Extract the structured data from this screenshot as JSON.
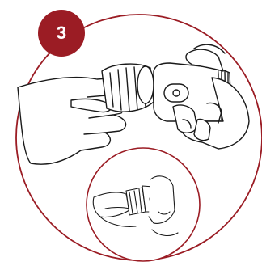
{
  "step": {
    "number": "3"
  },
  "colors": {
    "accent": "#9b1c24",
    "line": "#1a1a1a"
  },
  "illustration": {
    "main": "hands-holding-cap-and-device",
    "inset": "hands-attaching-cap-to-device-close-up"
  }
}
